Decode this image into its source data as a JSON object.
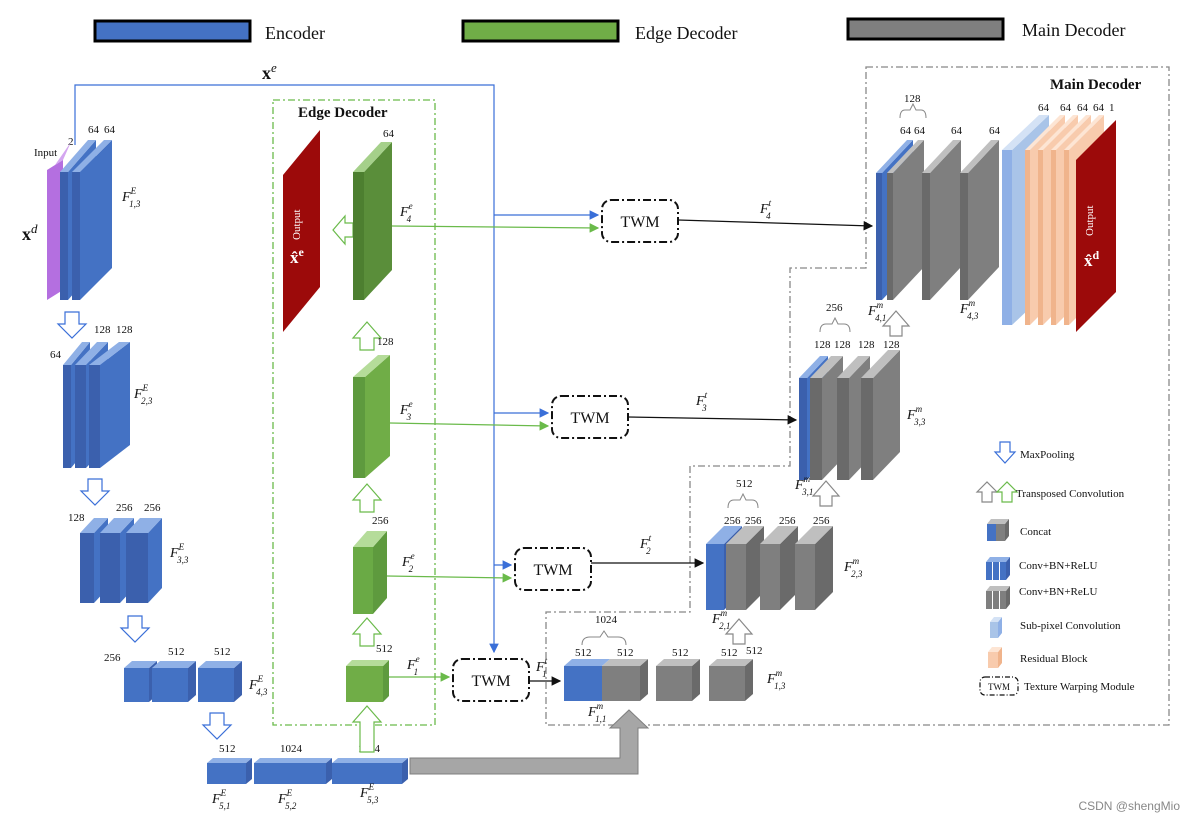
{
  "header_legend": [
    {
      "label": "Encoder",
      "color": "#4472c4"
    },
    {
      "label": "Edge Decoder",
      "color": "#70ad47"
    },
    {
      "label": "Main Decoder",
      "color": "#7f7f7f"
    }
  ],
  "labels": {
    "xe": "x",
    "xe_sup": "e",
    "xd": "x",
    "xd_sup": "d",
    "input": "Input",
    "output": "Output",
    "xe_hat": "x̂",
    "xe_hat_sup": "e",
    "xd_hat": "x̂",
    "xd_hat_sup": "d",
    "edge_decoder_title": "Edge Decoder",
    "main_decoder_title": "Main Decoder",
    "twm": "TWM"
  },
  "encoder": {
    "ch_input": "2",
    "ch_1a": "64",
    "ch_1b": "64",
    "ch_2a": "64",
    "ch_2b": "128",
    "ch_2c": "128",
    "ch_3a": "128",
    "ch_3b": "256",
    "ch_3c": "256",
    "ch_4a": "256",
    "ch_4b": "512",
    "ch_4c": "512",
    "ch_5a": "512",
    "ch_5b": "1024",
    "ch_5c": "1024",
    "f13": "F",
    "f13_sup": "E",
    "f13_sub": "1,3",
    "f23_sub": "2,3",
    "f33_sub": "3,3",
    "f43_sub": "4,3",
    "f51_sub": "5,1",
    "f52_sub": "5,2",
    "f53_sub": "5,3"
  },
  "edge": {
    "ch4": "64",
    "ch3": "128",
    "ch2": "256",
    "ch1": "512",
    "f_sup": "e",
    "f4_sub": "4",
    "f3_sub": "3",
    "f2_sub": "2",
    "f1_sub": "1"
  },
  "twm": {
    "ft_sup": "t",
    "ft4_sub": "4",
    "ft3_sub": "3",
    "ft2_sub": "2",
    "ft1_sub": "1"
  },
  "main": {
    "l4_concat": "128",
    "l4_ch": [
      "64",
      "64",
      "64",
      "64"
    ],
    "l4_tail": [
      "64",
      "64",
      "64",
      "64",
      "1"
    ],
    "l3_concat": "256",
    "l3_ch": [
      "128",
      "128",
      "128",
      "128"
    ],
    "l2_concat": "512",
    "l2_ch": [
      "256",
      "256",
      "256",
      "256"
    ],
    "l1_concat": "1024",
    "l1_ch": [
      "512",
      "512",
      "512",
      "512"
    ],
    "f_sup": "m",
    "f41_sub": "4,1",
    "f43_sub": "4,3",
    "f31_sub": "3,1",
    "f33_sub": "3,3",
    "f21_sub": "2,1",
    "f23_sub": "2,3",
    "f11_sub": "1,1",
    "f13_sub": "1,3"
  },
  "legend": {
    "maxpool": "MaxPooling",
    "transposed": "Transposed Convolution",
    "concat": "Concat",
    "conv_blue": "Conv+BN+ReLU",
    "conv_gray": "Conv+BN+ReLU",
    "subpixel": "Sub-pixel Convolution",
    "residual": "Residual Block",
    "twm_desc": "Texture Warping Module"
  },
  "watermark": "CSDN @shengMio",
  "colors": {
    "encoder": "#4472c4",
    "edge": "#70ad47",
    "main": "#7f7f7f",
    "input": "#b46fe0",
    "output": "#9c0a0a",
    "subpixel": "#a9c4e8",
    "residual": "#f8cbad",
    "link_blue": "#3a6fd8",
    "link_green": "#6aba4a"
  }
}
